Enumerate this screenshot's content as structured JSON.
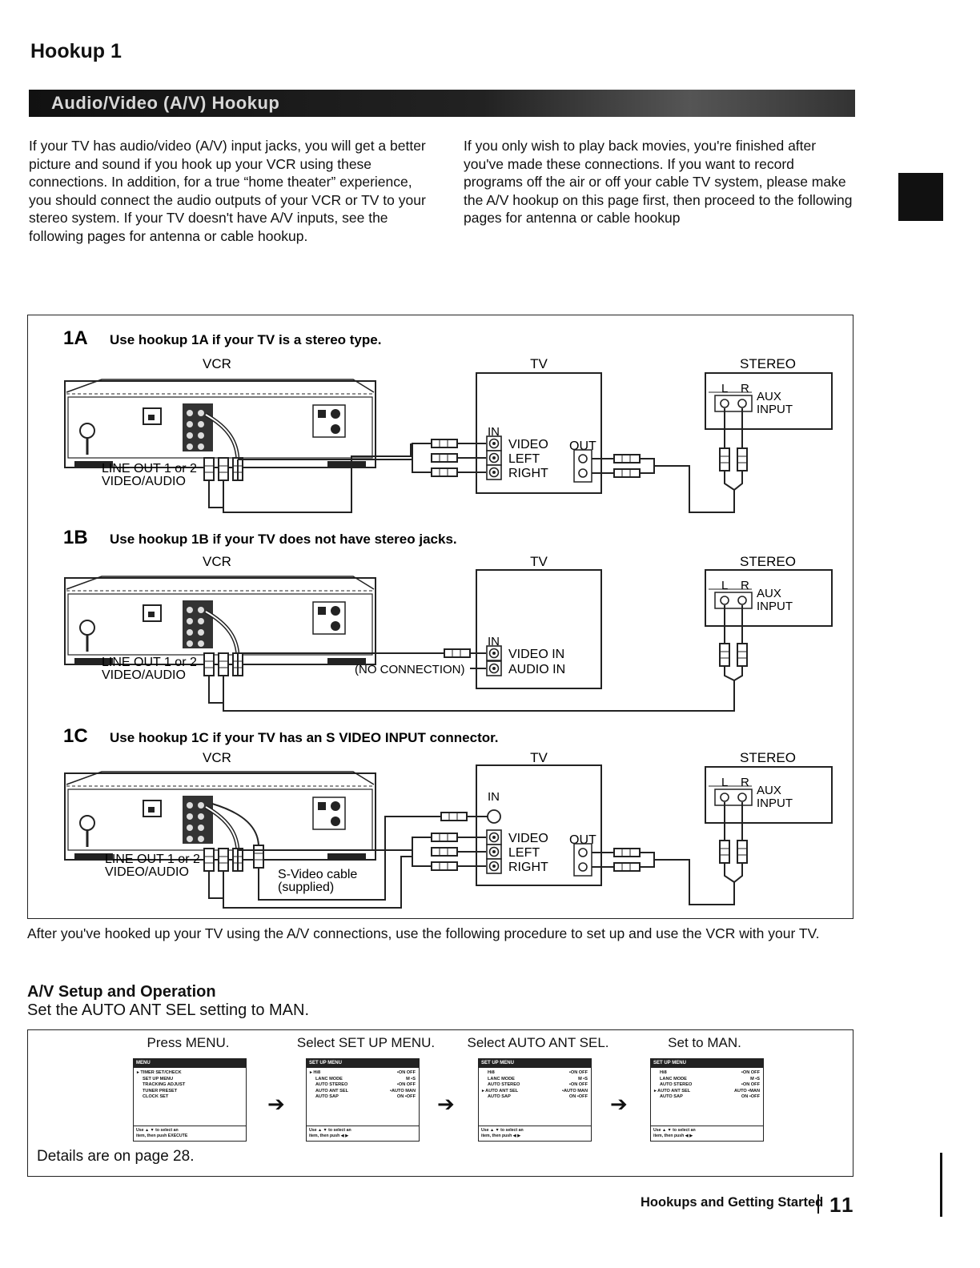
{
  "page": {
    "title": "Hookup 1",
    "banner": "Audio/Video (A/V) Hookup",
    "intro_left": "If your TV has audio/video (A/V) input jacks, you will get a better picture and sound if you hook up your VCR using these connections.  In addition, for a true “home theater” experience, you should connect the audio outputs of your VCR or TV to your stereo system.  If your TV doesn't have A/V inputs, see the following pages for antenna or cable hookup.",
    "intro_right": "If you only wish to play back movies, you're finished after you've made these connections.  If you want to record programs off the air or off your cable TV system, please make the A/V hookup on this page first, then proceed to the following pages for antenna or cable hookup",
    "after_text": "After you've hooked up your TV using the A/V connections, use the following procedure to set up and use the VCR with your TV.",
    "section_title": "A/V Setup and Operation",
    "section_sub": "Set the AUTO ANT SEL setting to MAN.",
    "details": "Details are on page 28.",
    "footer": "Hookups and Getting Started",
    "page_number": "11"
  },
  "hookups": [
    {
      "code": "1A",
      "desc": "Use hookup 1A if your TV is a stereo type.",
      "vcr": "VCR",
      "tv": "TV",
      "stereo": "STEREO",
      "line_out_1": "LINE OUT 1 or 2",
      "line_out_2": "VIDEO/AUDIO",
      "tv_in": "IN",
      "tv_out": "OUT",
      "tv_jacks": [
        "VIDEO",
        "LEFT",
        "RIGHT"
      ],
      "aux_l": "L",
      "aux_r": "R",
      "aux_1": "AUX",
      "aux_2": "INPUT"
    },
    {
      "code": "1B",
      "desc": "Use hookup 1B if your TV does not have stereo jacks.",
      "vcr": "VCR",
      "tv": "TV",
      "stereo": "STEREO",
      "line_out_1": "LINE OUT 1 or 2",
      "line_out_2": "VIDEO/AUDIO",
      "tv_in": "IN",
      "tv_jacks": [
        "VIDEO IN",
        "AUDIO IN"
      ],
      "no_connection": "(NO CONNECTION)",
      "aux_l": "L",
      "aux_r": "R",
      "aux_1": "AUX",
      "aux_2": "INPUT"
    },
    {
      "code": "1C",
      "desc": "Use hookup 1C if your TV has an S VIDEO INPUT connector.",
      "vcr": "VCR",
      "tv": "TV",
      "stereo": "STEREO",
      "line_out_1": "LINE OUT 1 or 2",
      "line_out_2": "VIDEO/AUDIO",
      "tv_in": "IN",
      "tv_out": "OUT",
      "tv_jacks": [
        "VIDEO",
        "LEFT",
        "RIGHT"
      ],
      "svideo_1": "S-Video cable",
      "svideo_2": "(supplied)",
      "aux_l": "L",
      "aux_r": "R",
      "aux_1": "AUX",
      "aux_2": "INPUT"
    }
  ],
  "steps": [
    {
      "label": "Press MENU.",
      "screen_title": "MENU",
      "rows": [
        [
          "▸ TIMER SET/CHECK",
          ""
        ],
        [
          "SET UP MENU",
          ""
        ],
        [
          "TRACKING ADJUST",
          ""
        ],
        [
          "TUNER PRESET",
          ""
        ],
        [
          "CLOCK SET",
          ""
        ]
      ],
      "foot": [
        "Use ▲ ▼ to select an",
        "item, then push EXECUTE"
      ]
    },
    {
      "label": "Select SET UP MENU.",
      "screen_title": "SET UP MENU",
      "rows": [
        [
          "▸ Hi8",
          "•ON   OFF"
        ],
        [
          "LANC MODE",
          "M   •S"
        ],
        [
          "AUTO STEREO",
          "•ON   OFF"
        ],
        [
          "AUTO ANT SEL",
          "•AUTO  MAN"
        ],
        [
          "AUTO SAP",
          "ON  •OFF"
        ]
      ],
      "foot": [
        "Use ▲ ▼ to select an",
        "item, then push ◀ ▶"
      ]
    },
    {
      "label": "Select AUTO ANT SEL.",
      "screen_title": "SET UP MENU",
      "rows": [
        [
          "Hi8",
          "•ON   OFF"
        ],
        [
          "LANC MODE",
          "M   •S"
        ],
        [
          "AUTO STEREO",
          "•ON   OFF"
        ],
        [
          "▸ AUTO ANT SEL",
          "•AUTO  MAN"
        ],
        [
          "AUTO SAP",
          "ON  •OFF"
        ]
      ],
      "foot": [
        "Use ▲ ▼ to select an",
        "item, then push ◀ ▶"
      ]
    },
    {
      "label": "Set to MAN.",
      "screen_title": "SET UP MENU",
      "rows": [
        [
          "Hi8",
          "•ON   OFF"
        ],
        [
          "LANC MODE",
          "M   •S"
        ],
        [
          "AUTO STEREO",
          "•ON   OFF"
        ],
        [
          "▸ AUTO ANT SEL",
          "AUTO •MAN"
        ],
        [
          "AUTO SAP",
          "ON  •OFF"
        ]
      ],
      "foot": [
        "Use ▲ ▼ to select an",
        "item, then push ◀ ▶"
      ]
    }
  ],
  "arrows": [
    "➔",
    "➔",
    "➔"
  ]
}
